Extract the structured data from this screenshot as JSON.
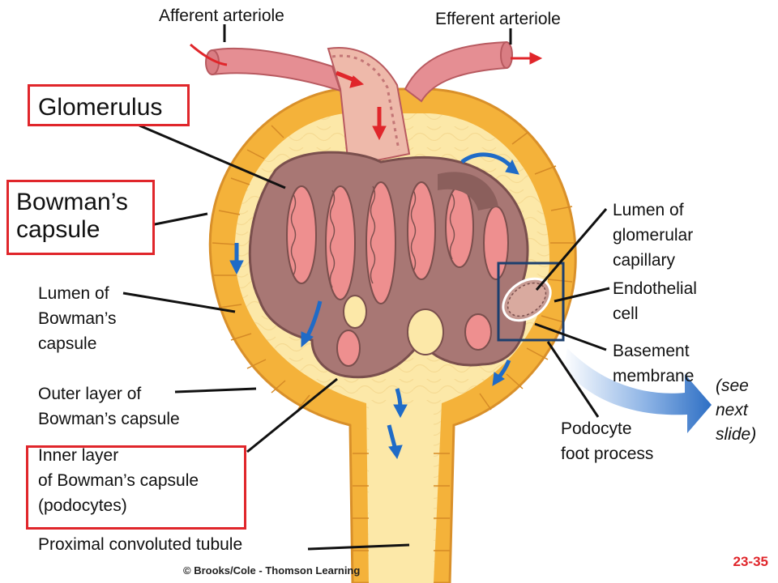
{
  "labels": {
    "afferent_arteriole": "Afferent arteriole",
    "efferent_arteriole": "Efferent arteriole",
    "glomerulus": "Glomerulus",
    "bowmans_capsule": [
      "Bowman’s",
      "capsule"
    ],
    "lumen_bowmans": [
      "Lumen of",
      "Bowman’s",
      "capsule"
    ],
    "outer_layer": [
      "Outer layer of",
      "Bowman’s capsule"
    ],
    "inner_layer": [
      "Inner layer",
      "of Bowman’s capsule",
      "(podocytes)"
    ],
    "proximal_tubule": "Proximal convoluted tubule",
    "lumen_capillary": [
      "Lumen of",
      "glomerular",
      "capillary"
    ],
    "endothelial_cell": [
      "Endothelial",
      "cell"
    ],
    "basement_membrane": [
      "Basement",
      "membrane"
    ],
    "podocyte_foot": [
      "Podocyte",
      "foot process"
    ],
    "see_next": [
      "(see",
      "next",
      "slide)"
    ]
  },
  "copyright": "© Brooks/Cole - Thomson Learning",
  "slide_number": "23-35",
  "colors": {
    "capsule_wall": "#f4b23a",
    "capsule_space": "#fce8a8",
    "glomerulus_fill": "#a87774",
    "capillary_lumen": "#ee8f8f",
    "arteriole": "#e58e93",
    "flow_arrow": "#1f6bc7",
    "highlight_box": "#e0262b"
  }
}
